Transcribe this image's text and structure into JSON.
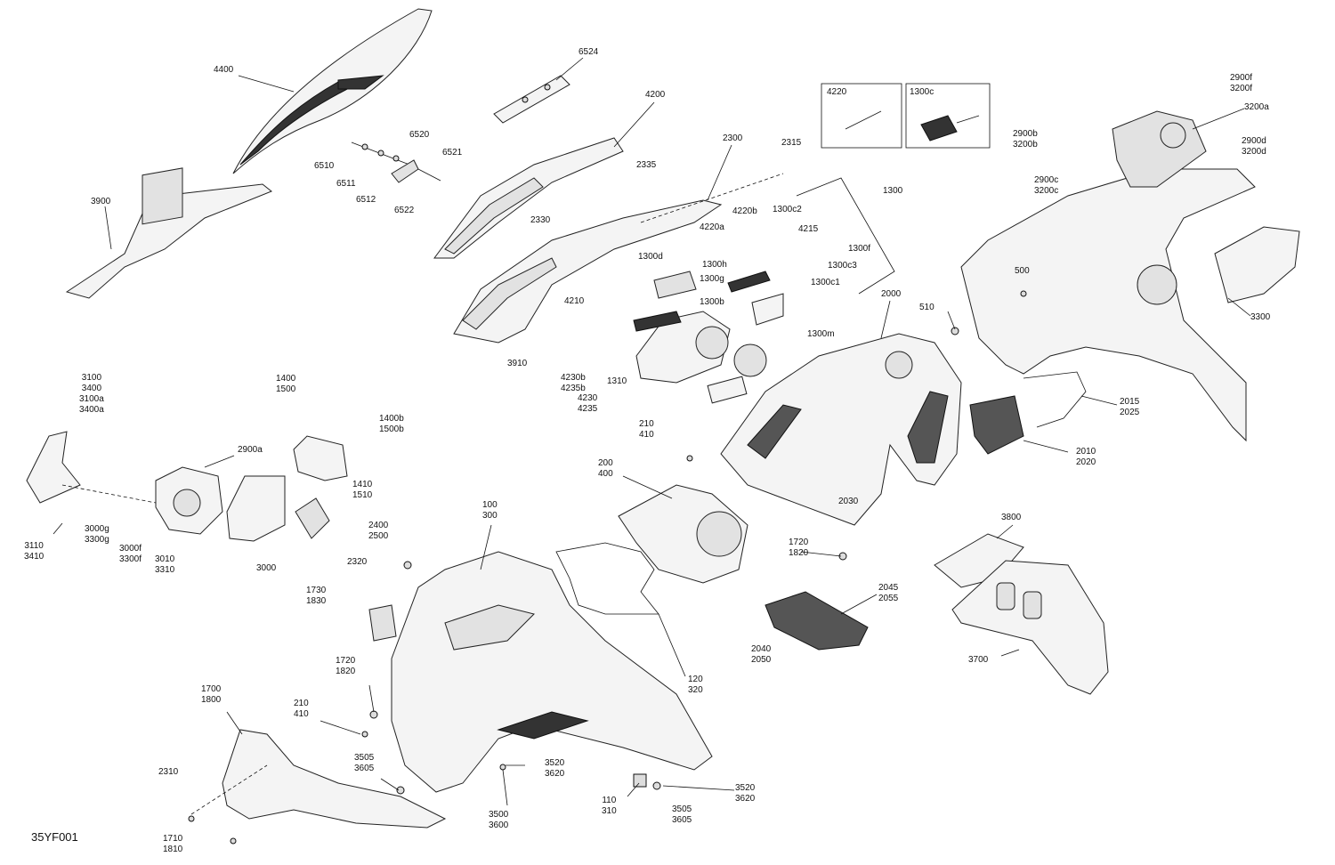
{
  "diagram_code": "35YF001",
  "labels": {
    "l4400": "4400",
    "l6524": "6524",
    "l4200": "4200",
    "l6520": "6520",
    "l6510": "6510",
    "l6511": "6511",
    "l6512": "6512",
    "l6521": "6521",
    "l6522": "6522",
    "l3900": "3900",
    "l2300": "2300",
    "l2315": "2315",
    "l2335": "2335",
    "l2330": "2330",
    "l4220b": "4220b",
    "l4220a": "4220a",
    "l1300c2": "1300c2",
    "l4215": "4215",
    "l1300f": "1300f",
    "l1300c3": "1300c3",
    "l1300c1": "1300c1",
    "l1300d": "1300d",
    "l1300h": "1300h",
    "l1300g": "1300g",
    "l1300b": "1300b",
    "l4210": "4210",
    "l3910": "3910",
    "l4230b": "4230b\n4235b",
    "l4230": "4230\n4235",
    "l1310": "1310",
    "l1300m": "1300m",
    "l1300": "1300",
    "l2000": "2000",
    "l510": "510",
    "l500": "500",
    "l3300": "3300",
    "l2900f": "2900f\n3200f",
    "l3200a": "3200a",
    "l2900b": "2900b\n3200b",
    "l2900d": "2900d\n3200d",
    "l2900c": "2900c\n3200c",
    "l2015": "2015\n2025",
    "l2010": "2010\n2020",
    "l2030": "2030",
    "l1720a": "1720\n1820",
    "l210a": "210\n410",
    "l200": "200\n400",
    "l3100": "3100\n3400\n3100a\n3400a",
    "l1400": "1400\n1500",
    "l1400b": "1400b\n1500b",
    "l2900a": "2900a",
    "l1410": "1410\n1510",
    "l3000g": "3000g\n3300g",
    "l3000f": "3000f\n3300f",
    "l3010": "3010\n3310",
    "l3110": "3110\n3410",
    "l3000": "3000",
    "l2400": "2400\n2500",
    "l2320": "2320",
    "l100": "100\n300",
    "l1730": "1730\n1830",
    "l1720b": "1720\n1820",
    "l210b": "210\n410",
    "l120": "120\n320",
    "l2045": "2045\n2055",
    "l2040": "2040\n2050",
    "l3800": "3800",
    "l3700": "3700",
    "l1700": "1700\n1800",
    "l2310": "2310",
    "l1710": "1710\n1810",
    "l3505a": "3505\n3605",
    "l3520a": "3520\n3620",
    "l3500": "3500\n3600",
    "l110": "110\n310",
    "l3505b": "3505\n3605",
    "l3520b": "3520\n3620"
  },
  "insets": {
    "inset_a_label": "4220",
    "inset_b_label": "1300c"
  }
}
